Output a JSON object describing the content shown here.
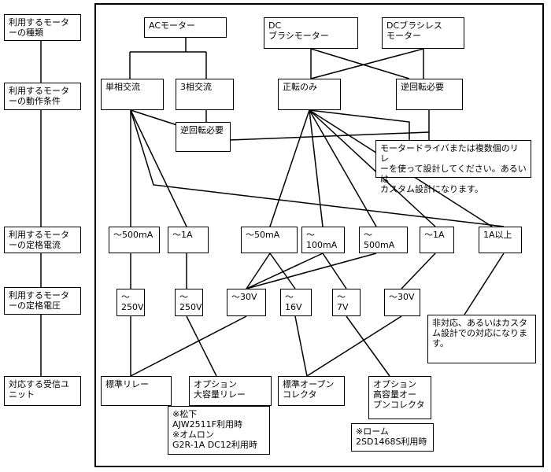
{
  "left_labels": {
    "row1": "利用するモータ\nーの種類",
    "row2": "利用するモータ\nーの動作条件",
    "row3": "利用するモータ\nーの定格電流",
    "row4": "利用するモータ\nーの定格電圧",
    "row5": "対応する受信ユ\nニット"
  },
  "motor_types": {
    "ac": "ACモーター",
    "dc_brush": "DC\nブラシモーター",
    "dc_brushless": "DCブラシレス\nモーター"
  },
  "conditions": {
    "single_phase": "単相交流",
    "three_phase": "3相交流",
    "forward_only": "正転のみ",
    "reverse_required": "逆回転必要",
    "ac_reverse_required": "逆回転必要"
  },
  "driver_note": "モータードライバまたは複数個のリレ\nーを使って設計してください。あるいは\nカスタム設計になります。",
  "currents": {
    "c1": "～500mA",
    "c2": "～1A",
    "c3": "～50mA",
    "c4": "～100mA",
    "c5": "～500mA",
    "c6": "～1A",
    "c7": "1A以上"
  },
  "voltages": {
    "v1": "～\n250V",
    "v2": "～\n250V",
    "v3": "～30V",
    "v4": "～16V",
    "v5": "～7V",
    "v6": "～30V"
  },
  "unsupported_note": "非対応、あるいはカスタ\nム設計での対応になりま\nす。",
  "units": {
    "standard_relay": "標準リレー",
    "optional_relay": "オプション\n大容量リレー",
    "standard_oc": "標準オープン\nコレクタ",
    "optional_oc": "オプション\n高容量オー\nプンコレクタ"
  },
  "relay_note": "※松下\nAJW2511F利用時\n※オムロン\nG2R-1A DC12利用時",
  "rohm_note": "※ローム\n2SD1468S利用時"
}
